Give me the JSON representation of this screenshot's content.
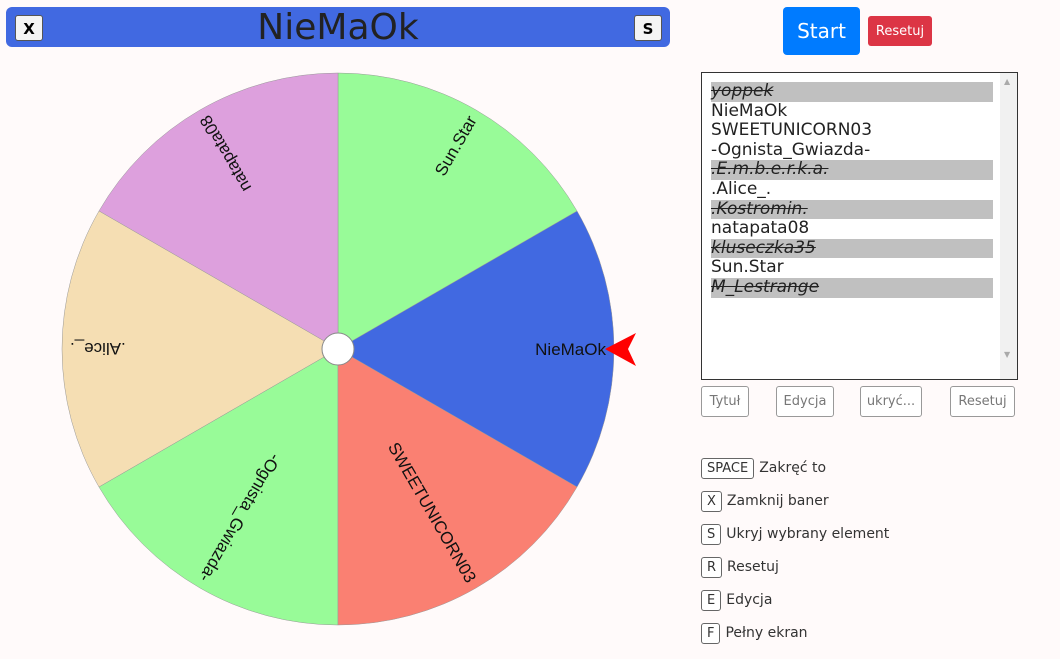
{
  "banner": {
    "title": "NieMaOk",
    "close_label": "X",
    "hide_label": "S"
  },
  "wheel": {
    "slices": [
      {
        "label": "NieMaOk",
        "color": "#4169e1"
      },
      {
        "label": "Sun.Star",
        "color": "#98fb98"
      },
      {
        "label": "natapata08",
        "color": "#dda0dd"
      },
      {
        "label": ".Alice_.",
        "color": "#f5deb3"
      },
      {
        "label": "-Ognista_Gwiazda-",
        "color": "#98fb98"
      },
      {
        "label": "SWEETUNICORN03",
        "color": "#fa8072"
      }
    ],
    "pointer_color": "#ff0000"
  },
  "controls": {
    "start": "Start",
    "reset": "Resetuj"
  },
  "list": {
    "items": [
      {
        "text": "yoppek",
        "hidden": true
      },
      {
        "text": "NieMaOk",
        "hidden": false
      },
      {
        "text": "SWEETUNICORN03",
        "hidden": false
      },
      {
        "text": "-Ognista_Gwiazda-",
        "hidden": false
      },
      {
        "text": ".E.m.b.e.r.k.a.",
        "hidden": true
      },
      {
        "text": ".Alice_.",
        "hidden": false
      },
      {
        "text": ".Kostromin.",
        "hidden": true
      },
      {
        "text": "natapata08",
        "hidden": false
      },
      {
        "text": "kluseczka35",
        "hidden": true
      },
      {
        "text": "Sun.Star",
        "hidden": false
      },
      {
        "text": "M_Lestrange",
        "hidden": true
      }
    ],
    "buttons": [
      "Tytuł",
      "Edycja",
      "ukryć...",
      "Resetuj"
    ]
  },
  "shortcuts": [
    {
      "key": "SPACE",
      "label": "Zakręć to"
    },
    {
      "key": "X",
      "label": "Zamknij baner"
    },
    {
      "key": "S",
      "label": "Ukryj wybrany element"
    },
    {
      "key": "R",
      "label": "Resetuj"
    },
    {
      "key": "E",
      "label": "Edycja"
    },
    {
      "key": "F",
      "label": "Pełny ekran"
    }
  ]
}
